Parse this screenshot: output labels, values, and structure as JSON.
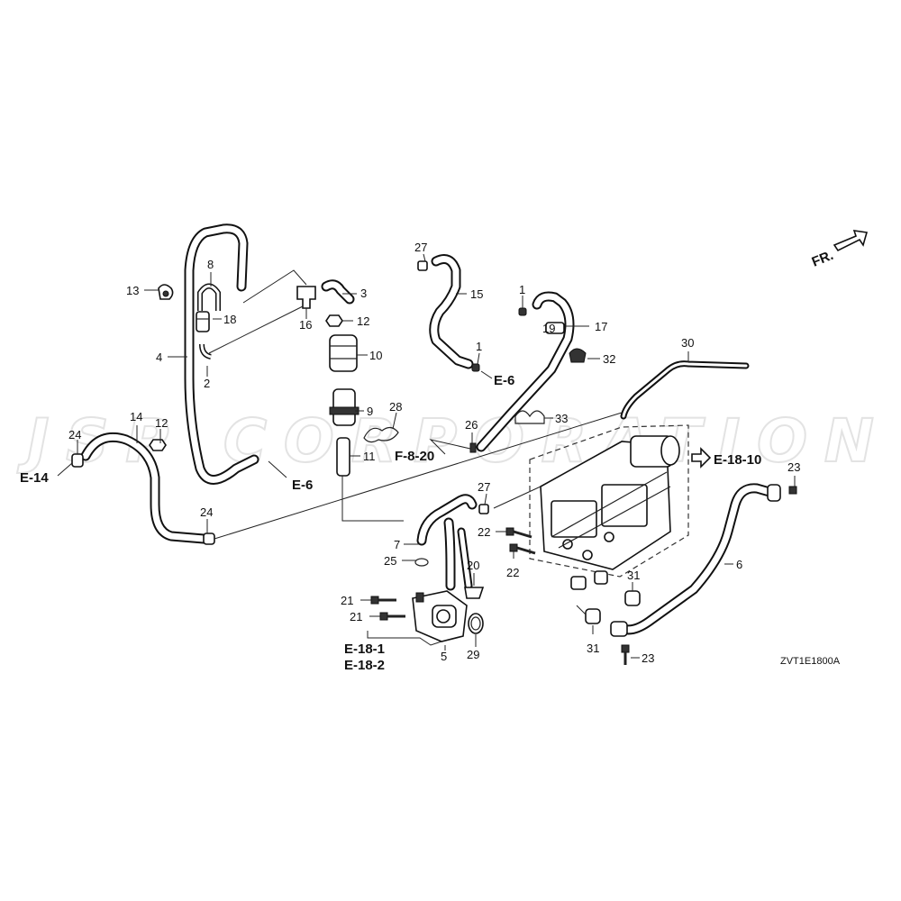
{
  "watermark": "JSP CORPORATION",
  "drawing_code": "ZVT1E1800A",
  "front_indicator": "FR.",
  "part_labels": [
    "1",
    "1",
    "2",
    "3",
    "4",
    "5",
    "6",
    "7",
    "8",
    "9",
    "10",
    "11",
    "12",
    "12",
    "13",
    "14",
    "15",
    "17",
    "16",
    "18",
    "19",
    "20",
    "21",
    "21",
    "22",
    "22",
    "23",
    "23",
    "24",
    "24",
    "25",
    "26",
    "27",
    "27",
    "28",
    "29",
    "30",
    "31",
    "31",
    "32",
    "33"
  ],
  "references": [
    "E-14",
    "E-6",
    "E-6",
    "F-8-20",
    "E-18-10",
    "E-18-1",
    "E-18-2"
  ]
}
